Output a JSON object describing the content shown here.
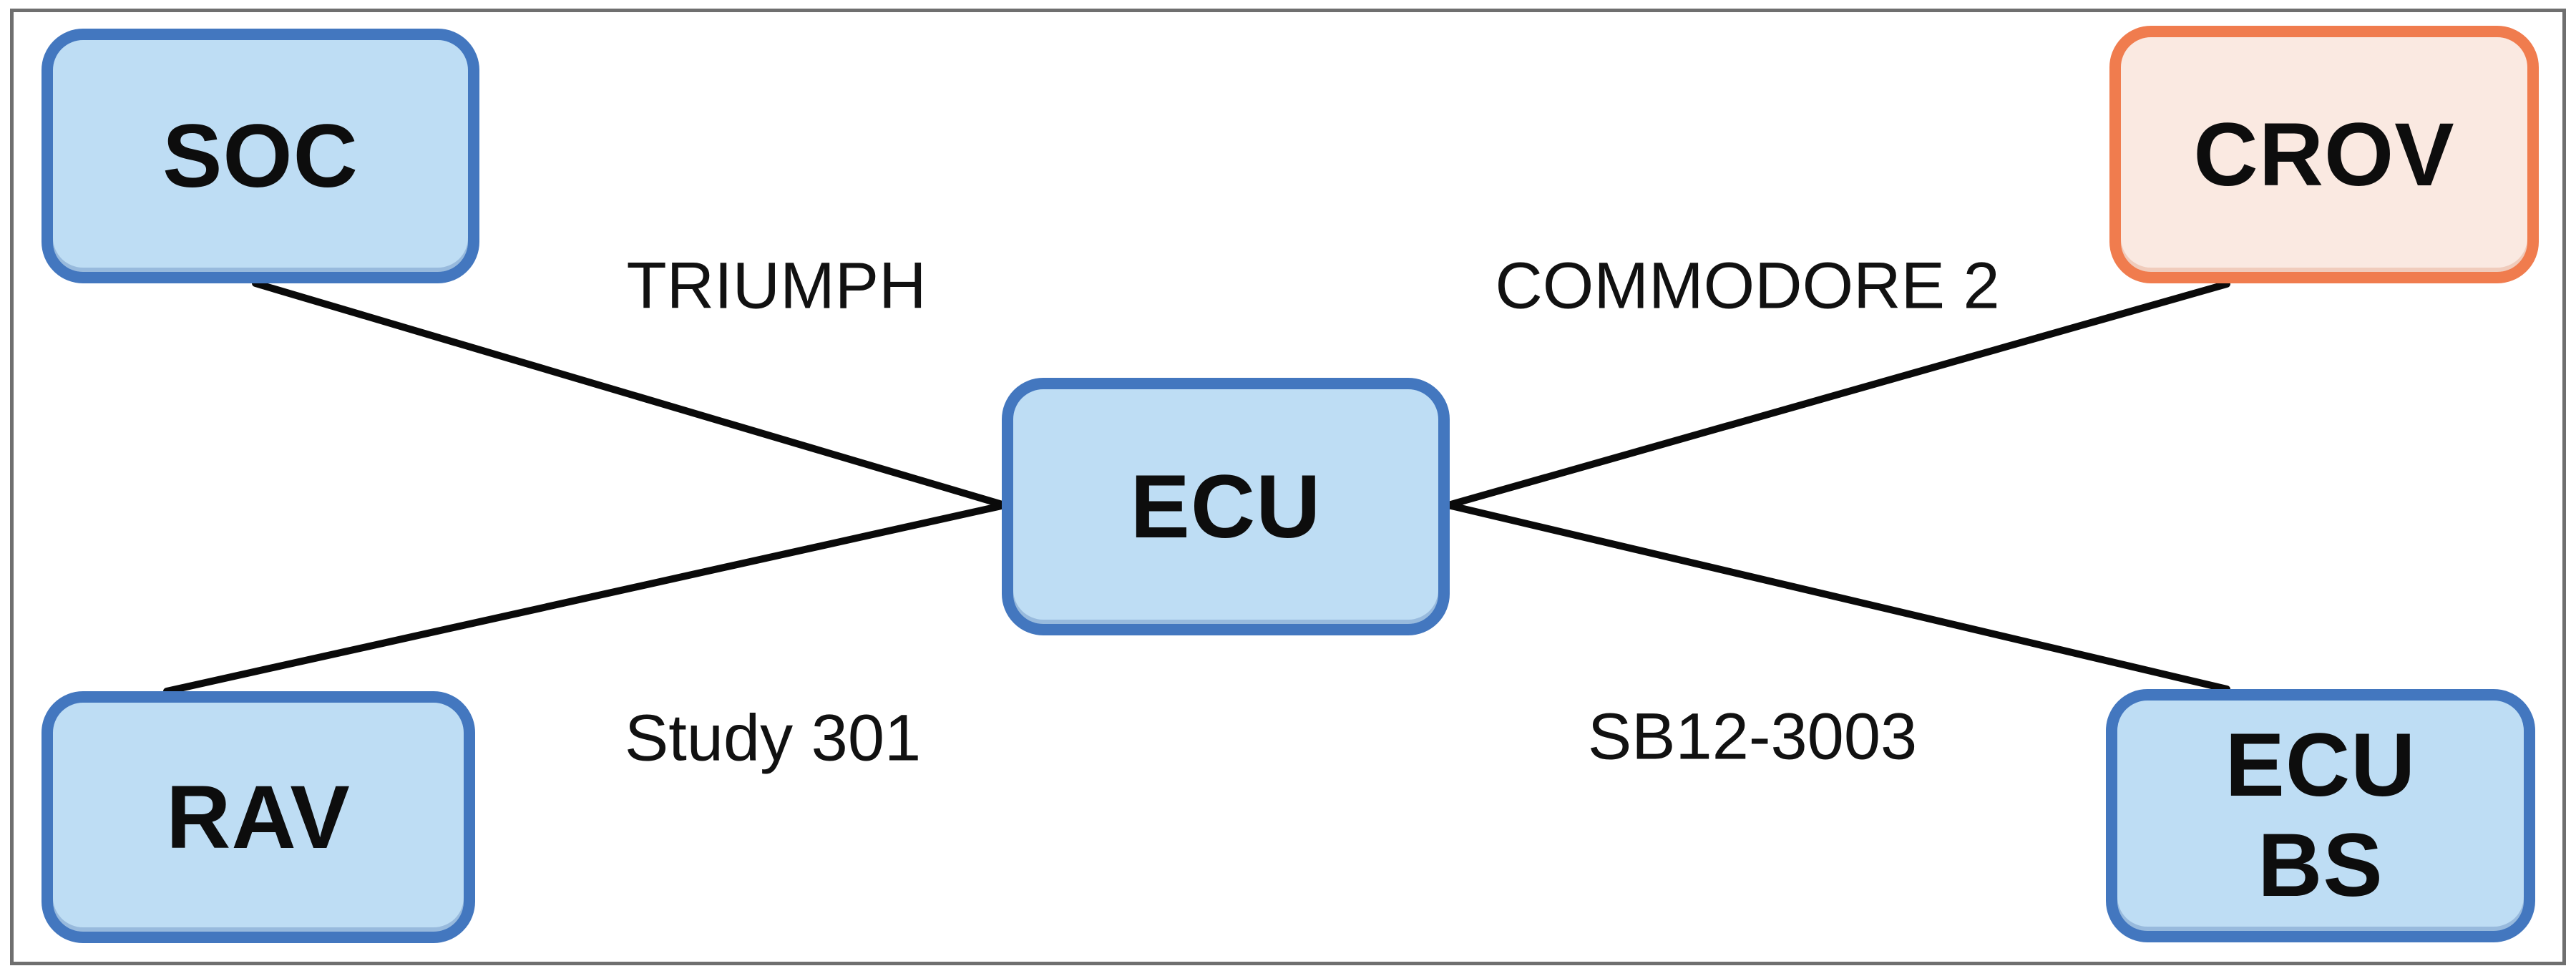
{
  "diagram": {
    "nodes": {
      "soc": {
        "label": "SOC",
        "color": "blue"
      },
      "crov": {
        "label": "CROV",
        "color": "orange"
      },
      "ecu": {
        "label": "ECU",
        "color": "blue"
      },
      "rav": {
        "label": "RAV",
        "color": "blue"
      },
      "ecu_bs": {
        "label": "ECU BS",
        "line1": "ECU",
        "line2": "BS",
        "color": "blue"
      }
    },
    "edges": [
      {
        "label": "TRIUMPH",
        "from": "soc",
        "to": "ecu"
      },
      {
        "label": "COMMODORE 2",
        "from": "ecu",
        "to": "crov"
      },
      {
        "label": "Study 301",
        "from": "rav",
        "to": "ecu"
      },
      {
        "label": "SB12-3003",
        "from": "ecu",
        "to": "ecu_bs"
      }
    ],
    "colors": {
      "blue_fill": "#BEDDF4",
      "blue_border": "#4377BF",
      "orange_fill": "#FAE9E1",
      "orange_border": "#F07C4E",
      "connector": "#0A0A0A",
      "frame": "#6F6F6F"
    }
  }
}
